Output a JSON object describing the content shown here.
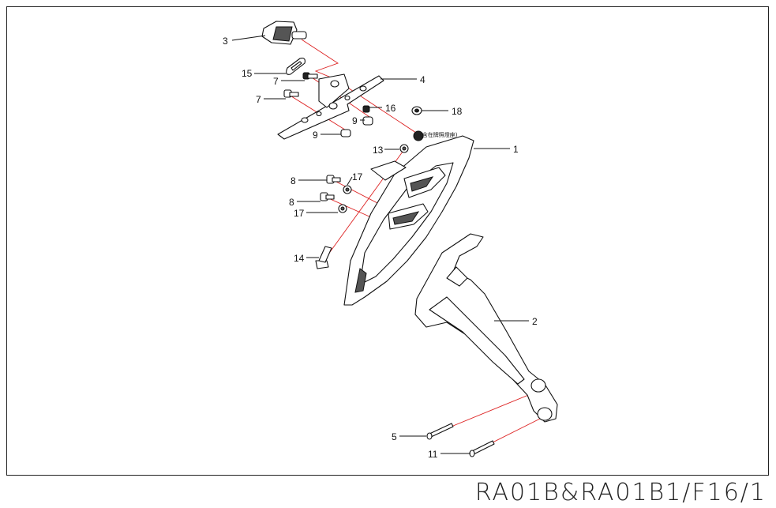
{
  "diagram": {
    "drawing_code": "RA01B&RA01B1/F16/1",
    "note": "(含在牌照燈座)",
    "callouts": [
      "3",
      "15",
      "7",
      "4",
      "7",
      "16",
      "18",
      "9",
      "9",
      "13",
      "1",
      "8",
      "17",
      "8",
      "17",
      "14",
      "2",
      "5",
      "11"
    ],
    "assembly_line_color": "#dd2222"
  }
}
